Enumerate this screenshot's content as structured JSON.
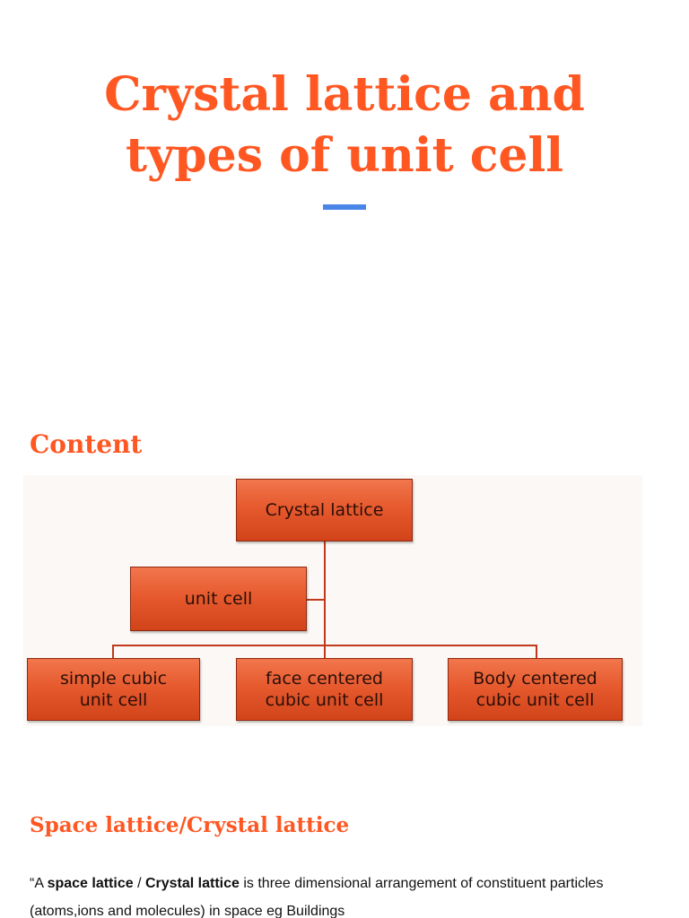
{
  "title": {
    "line1": "Crystal lattice and",
    "line2": "types of unit cell"
  },
  "colors": {
    "accent": "#ff5722",
    "rule": "#4a86e8",
    "box_fill": "#e65a2e"
  },
  "sections": {
    "content_heading": "Content",
    "space_lattice_heading": "Space lattice/Crystal lattice"
  },
  "diagram": {
    "root": "Crystal lattice",
    "branch": "unit cell",
    "leaves": [
      "simple cubic\nunit cell",
      "face centered\ncubic unit cell",
      "Body centered\ncubic unit cell"
    ]
  },
  "definition": {
    "open_quote": "“A ",
    "term1": "space lattice",
    "sep": " / ",
    "term2": "Crystal lattice",
    "rest": " is three dimensional arrangement of constituent particles (atoms,ions and molecules) in space    eg Buildings"
  }
}
